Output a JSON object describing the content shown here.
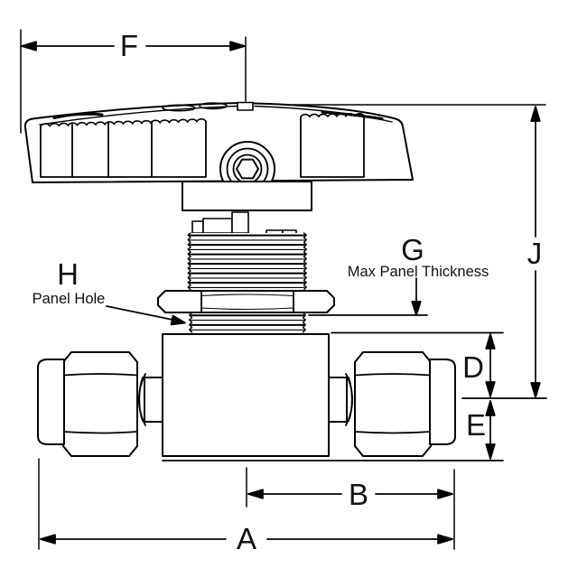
{
  "colors": {
    "background": "#ffffff",
    "line": "#000000"
  },
  "dimensions": {
    "F": {
      "label": "F"
    },
    "J": {
      "label": "J"
    },
    "G": {
      "label": "G",
      "note": "Max Panel Thickness"
    },
    "H": {
      "label": "H",
      "note": "Panel Hole"
    },
    "D": {
      "label": "D"
    },
    "E": {
      "label": "E"
    },
    "B": {
      "label": "B"
    },
    "A": {
      "label": "A"
    }
  }
}
